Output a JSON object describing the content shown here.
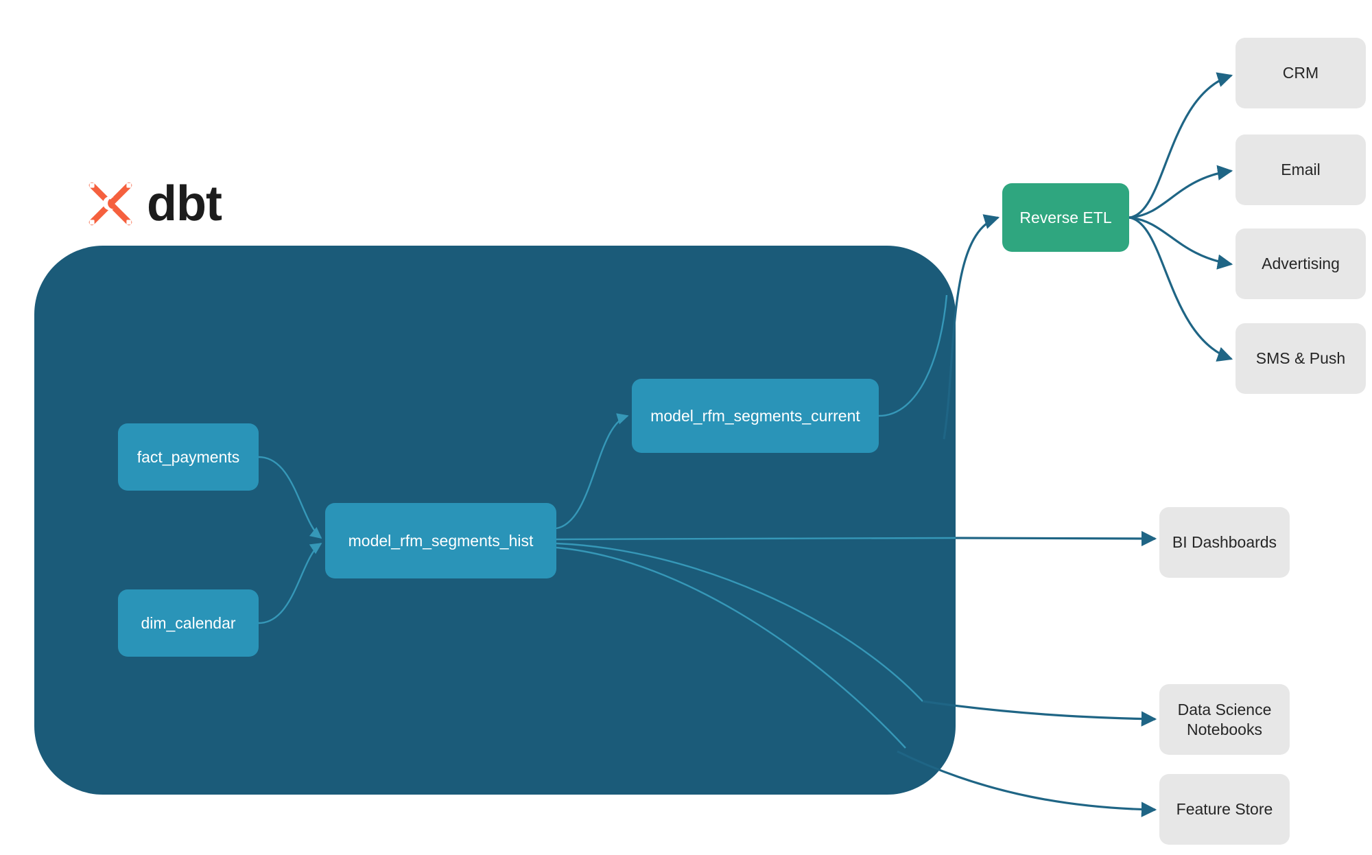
{
  "brand": {
    "logo_icon": "dbt-logo-icon",
    "wordmark": "dbt",
    "logo_color": "#f5603e",
    "wordmark_color": "#1c1c1c"
  },
  "colors": {
    "container_fill": "#1b5b79",
    "model_node_fill": "#2a94b8",
    "reverse_etl_fill": "#2fa67f",
    "destination_fill": "#e7e7e7",
    "external_edge": "#1f6585",
    "internal_edge": "#3ba3c4",
    "page_background": "#ffffff"
  },
  "container": {
    "name": "dbt-project-container"
  },
  "models": [
    {
      "id": "fact_payments",
      "label": "fact_payments"
    },
    {
      "id": "dim_calendar",
      "label": "dim_calendar"
    },
    {
      "id": "model_rfm_segments_hist",
      "label": "model_rfm_segments_hist"
    },
    {
      "id": "model_rfm_segments_current",
      "label": "model_rfm_segments_current"
    }
  ],
  "activation": {
    "id": "reverse_etl",
    "label": "Reverse ETL"
  },
  "destinations": [
    {
      "id": "crm",
      "label": "CRM"
    },
    {
      "id": "email",
      "label": "Email"
    },
    {
      "id": "advertising",
      "label": "Advertising"
    },
    {
      "id": "sms_push",
      "label": "SMS & Push"
    },
    {
      "id": "bi_dashboards",
      "label": "BI Dashboards"
    },
    {
      "id": "data_science_notebooks",
      "label_line1": "Data Science",
      "label_line2": "Notebooks"
    },
    {
      "id": "feature_store",
      "label": "Feature Store"
    }
  ],
  "edges": [
    {
      "from": "fact_payments",
      "to": "model_rfm_segments_hist"
    },
    {
      "from": "dim_calendar",
      "to": "model_rfm_segments_hist"
    },
    {
      "from": "model_rfm_segments_hist",
      "to": "model_rfm_segments_current"
    },
    {
      "from": "model_rfm_segments_current",
      "to": "reverse_etl"
    },
    {
      "from": "reverse_etl",
      "to": "crm"
    },
    {
      "from": "reverse_etl",
      "to": "email"
    },
    {
      "from": "reverse_etl",
      "to": "advertising"
    },
    {
      "from": "reverse_etl",
      "to": "sms_push"
    },
    {
      "from": "model_rfm_segments_hist",
      "to": "bi_dashboards"
    },
    {
      "from": "model_rfm_segments_hist",
      "to": "data_science_notebooks"
    },
    {
      "from": "model_rfm_segments_hist",
      "to": "feature_store"
    }
  ]
}
